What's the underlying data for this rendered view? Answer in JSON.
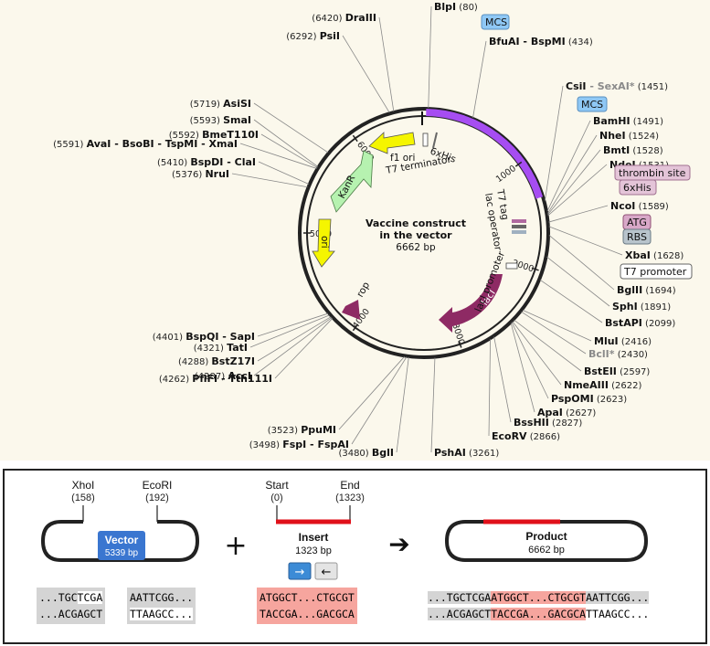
{
  "map": {
    "title_line1": "Vaccine construct",
    "title_line2": "in the vector",
    "size": "6662 bp",
    "ticks": [
      "1000",
      "2000",
      "3000",
      "4000",
      "5000",
      "6000"
    ],
    "sites_top": [
      {
        "name": "BlpI",
        "pos": "(80)"
      },
      {
        "name": "DraIII",
        "pos": "(6420)"
      },
      {
        "name": "PsiI",
        "pos": "(6292)"
      },
      {
        "name": "BfuAI - BspMI",
        "pos": "(434)"
      }
    ],
    "sites_right": [
      {
        "name": "CsiI",
        "extra": "SexAI*",
        "pos": "(1451)"
      },
      {
        "name": "BamHI",
        "pos": "(1491)"
      },
      {
        "name": "NheI",
        "pos": "(1524)"
      },
      {
        "name": "BmtI",
        "pos": "(1528)"
      },
      {
        "name": "NdeI",
        "pos": "(1531)"
      },
      {
        "name": "NcoI",
        "pos": "(1589)"
      },
      {
        "name": "XbaI",
        "pos": "(1628)"
      },
      {
        "name": "BglII",
        "pos": "(1694)"
      },
      {
        "name": "SphI",
        "pos": "(1891)"
      },
      {
        "name": "BstAPI",
        "pos": "(2099)"
      },
      {
        "name": "MluI",
        "pos": "(2416)"
      },
      {
        "name": "BclI*",
        "pos": "(2430)"
      },
      {
        "name": "BstEII",
        "pos": "(2597)"
      },
      {
        "name": "NmeAIII",
        "pos": "(2622)"
      },
      {
        "name": "PspOMI",
        "pos": "(2623)"
      },
      {
        "name": "ApaI",
        "pos": "(2627)"
      },
      {
        "name": "BssHII",
        "pos": "(2827)"
      },
      {
        "name": "EcoRV",
        "pos": "(2866)"
      },
      {
        "name": "PshAI",
        "pos": "(3261)"
      }
    ],
    "sites_left": [
      {
        "name": "AsiSI",
        "pos": "(5719)"
      },
      {
        "name": "SmaI",
        "pos": "(5593)"
      },
      {
        "name": "BmeT110I",
        "pos": "(5592)"
      },
      {
        "name": "AvaI - BsoBI - TspMI - XmaI",
        "pos": "(5591)"
      },
      {
        "name": "BspDI - ClaI",
        "pos": "(5410)"
      },
      {
        "name": "NruI",
        "pos": "(5376)"
      },
      {
        "name": "BspQI - SapI",
        "pos": "(4401)"
      },
      {
        "name": "TatI",
        "pos": "(4321)"
      },
      {
        "name": "BstZ17I",
        "pos": "(4288)"
      },
      {
        "name": "AccI",
        "pos": "(4287)"
      },
      {
        "name": "PflFI - Tth111I",
        "pos": "(4262)"
      }
    ],
    "sites_bottom": [
      {
        "name": "PpuMI",
        "pos": "(3523)"
      },
      {
        "name": "FspI - FspAI",
        "pos": "(3498)"
      },
      {
        "name": "BglI",
        "pos": "(3480)"
      }
    ],
    "feature_boxes": [
      "MCS",
      "MCS",
      "thrombin site",
      "6xHis",
      "ATG",
      "RBS",
      "T7 promoter"
    ],
    "feature_labels": [
      "f1 ori",
      "6xHis",
      "T7 terminator",
      "KanR",
      "ori",
      "rop",
      "lacI",
      "lacI promoter",
      "T7 tag",
      "lac operator"
    ],
    "colors": {
      "insert": "#a64df2",
      "yellow": "#f5f500",
      "green": "#b6f2b0",
      "purple": "#8e2a64",
      "box_blue": "#8fc8f5",
      "box_pink": "#e4c4d8",
      "box_gray": "#b8c4cc"
    }
  },
  "cloning": {
    "vector": {
      "name": "Vector",
      "size": "5339 bp",
      "site1_name": "XhoI",
      "site1_pos": "(158)",
      "site2_name": "EcoRI",
      "site2_pos": "(192)"
    },
    "insert": {
      "name": "Insert",
      "size": "1323 bp",
      "start_label": "Start",
      "start_pos": "(0)",
      "end_label": "End",
      "end_pos": "(1323)"
    },
    "product": {
      "name": "Product",
      "size": "6662 bp"
    },
    "operators": {
      "plus": "+",
      "arrow": "➔"
    },
    "seq_vector_left": {
      "top": [
        "...TGC",
        "TCGA"
      ],
      "bot": [
        "...ACGAGCT",
        ""
      ]
    },
    "seq_vector_right": {
      "top": [
        "AATTCGG..."
      ],
      "bot": [
        "TTAAGCC..."
      ]
    },
    "seq_insert": {
      "top": "ATGGCT...CTGCGT",
      "bot": "TACCGA...GACGCA"
    },
    "seq_product": {
      "top": [
        "...TGCTCGA",
        "ATGGCT...CTGCGT",
        "AATTCGG..."
      ],
      "bot": [
        "...ACGAGCT",
        "TACCGA...GACGCA",
        "TTAAGCC..."
      ]
    }
  }
}
